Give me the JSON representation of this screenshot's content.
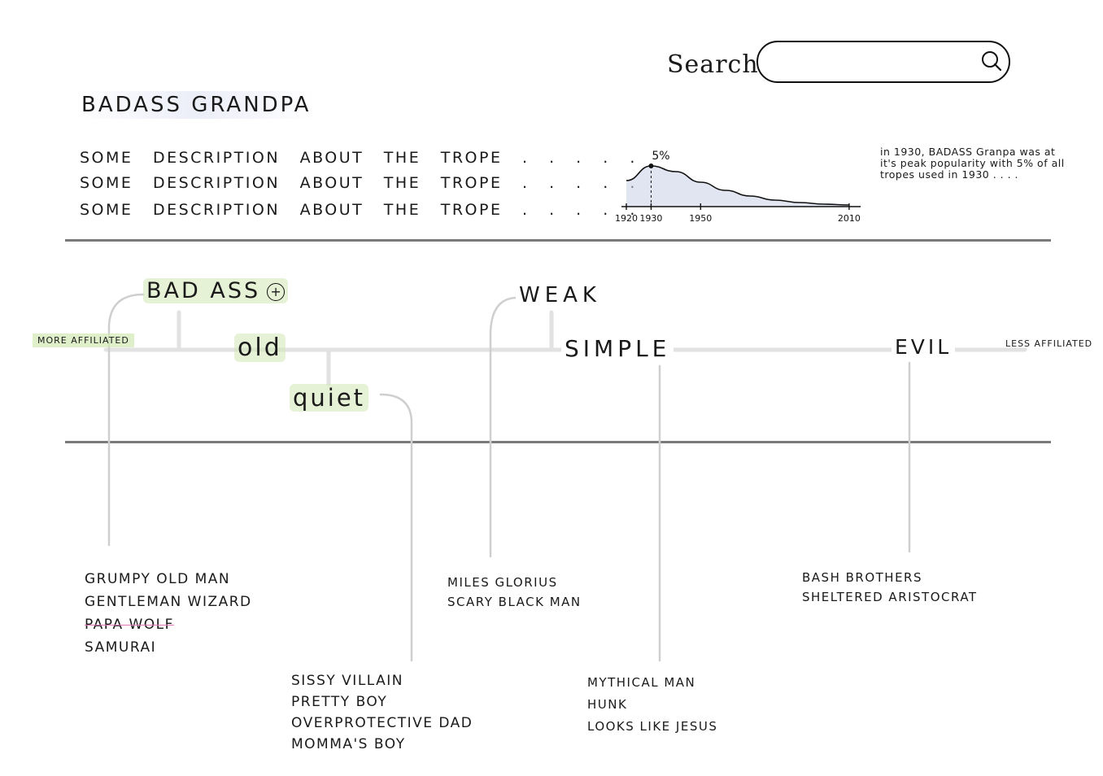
{
  "search": {
    "label": "Search",
    "placeholder": ""
  },
  "trope": {
    "title": "BADASS GRANDPA",
    "description": [
      "SOME DESCRIPTION ABOUT THE TROPE . . . . .",
      "SOME DESCRIPTION ABOUT THE TROPE . . . . .",
      "SOME DESCRIPTION ABOUT THE TROPE . . . . ."
    ]
  },
  "popularity": {
    "peak_label": "5%",
    "note": "in 1930, BADASS Granpa was at it's peak popularity with 5% of all tropes used in 1930 . . . ."
  },
  "chart_data": {
    "type": "area",
    "x": [
      1920,
      1930,
      1940,
      1950,
      1960,
      1970,
      1980,
      1990,
      2000,
      2010
    ],
    "y": [
      3.2,
      5.0,
      4.3,
      3.0,
      2.0,
      1.3,
      0.8,
      0.5,
      0.3,
      0.2
    ],
    "x_ticks": [
      "1920",
      "1930",
      "1950",
      "2010"
    ],
    "tick_values": [
      1920,
      1930,
      1950,
      2010
    ],
    "xlim": [
      1920,
      2012
    ],
    "ylim": [
      0,
      6
    ],
    "fill_color": "#c9cde6",
    "title": "",
    "xlabel": "",
    "ylabel": ""
  },
  "tree": {
    "axis_left": "MORE AFFILIATED",
    "axis_right": "LESS AFFILIATED",
    "nodes": {
      "badass": "BAD ASS",
      "old": "old",
      "quiet": "quiet",
      "weak": "WEAK",
      "simple": "SIMPLE",
      "evil": "EVIL"
    },
    "add_symbol": "+",
    "highlight_color": "#d2e8b4"
  },
  "related": {
    "badass": [
      "GRUMPY OLD MAN",
      "GENTLEMAN WIZARD",
      "PAPA WOLF",
      "SAMURAI"
    ],
    "quiet": [
      "SISSY VILLAIN",
      "PRETTY BOY",
      "OVERPROTECTIVE DAD",
      "MOMMA'S BOY"
    ],
    "weak": [
      "MILES GLORIUS",
      "SCARY BLACK MAN"
    ],
    "simple": [
      "MYTHICAL MAN",
      "HUNK",
      "LOOKS LIKE JESUS"
    ],
    "evil": [
      "BASH BROTHERS",
      "SHELTERED ARISTOCRAT"
    ]
  }
}
